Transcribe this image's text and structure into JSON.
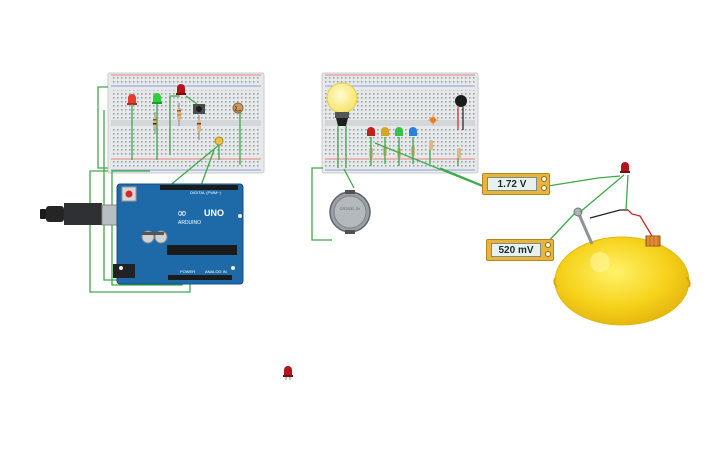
{
  "arduino": {
    "logo": "∞",
    "model": "UNO",
    "brand": "ARDUINO",
    "digital_label": "DIGITAL (PWM~)",
    "analog_label": "ANALOG IN",
    "power_label": "POWER"
  },
  "battery": {
    "label": "CR2032 3V"
  },
  "meters": {
    "voltage_top": "1.72 V",
    "voltage_bottom": "520 mV"
  },
  "colors": {
    "wire_green": "#3daa4a",
    "arduino_blue": "#1e6aa8",
    "lemon_yellow": "#f6d21a",
    "meter_body": "#e9b43a"
  }
}
